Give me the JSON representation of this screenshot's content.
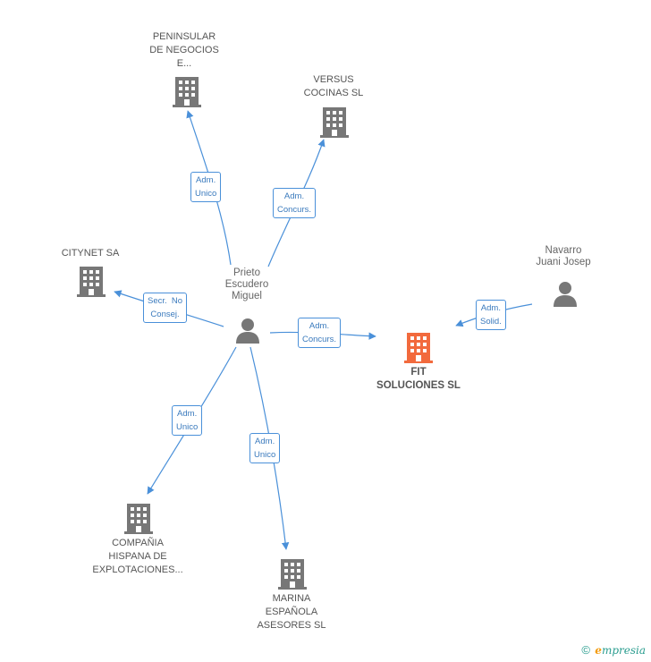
{
  "nodes": {
    "peninsular": {
      "lines": [
        "PENINSULAR",
        "DE NEGOCIOS",
        "E..."
      ]
    },
    "versus": {
      "lines": [
        "VERSUS",
        "COCINAS SL"
      ]
    },
    "citynet": {
      "lines": [
        "CITYNET SA"
      ]
    },
    "prieto": {
      "lines": [
        "Prieto",
        "Escudero",
        "Miguel"
      ]
    },
    "navarro": {
      "lines": [
        "Navarro",
        "Juani Josep"
      ]
    },
    "fit": {
      "lines": [
        "FIT",
        "SOLUCIONES SL"
      ]
    },
    "compania": {
      "lines": [
        "COMPAÑIA",
        "HISPANA DE",
        "EXPLOTACIONES..."
      ]
    },
    "marina": {
      "lines": [
        "MARINA",
        "ESPAÑOLA",
        "ASESORES SL"
      ]
    }
  },
  "edges": {
    "peninsular": {
      "lines": [
        "Adm.",
        "Unico"
      ]
    },
    "versus": {
      "lines": [
        "Adm.",
        "Concurs."
      ]
    },
    "citynet": {
      "lines": [
        "Secr.  No",
        "Consej."
      ]
    },
    "fit_prieto": {
      "lines": [
        "Adm.",
        "Concurs."
      ]
    },
    "fit_navarro": {
      "lines": [
        "Adm.",
        "Solid."
      ]
    },
    "compania": {
      "lines": [
        "Adm.",
        "Unico"
      ]
    },
    "marina": {
      "lines": [
        "Adm.",
        "Unico"
      ]
    }
  },
  "footer": {
    "copyright": "©",
    "brand_e": "e",
    "brand_rest": "mpresia"
  },
  "colors": {
    "edge": "#4a90d9",
    "building": "#777777",
    "focus_building": "#f26a3d",
    "person": "#777777"
  }
}
